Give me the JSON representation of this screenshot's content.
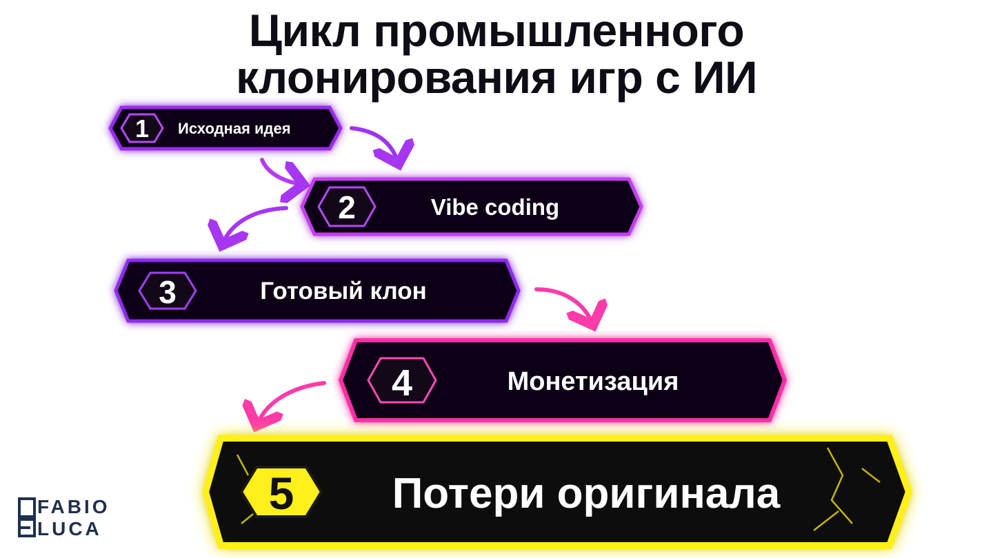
{
  "title": {
    "line1": "Цикл промышленного",
    "line2": "клонирования игр с ИИ"
  },
  "steps": [
    {
      "number": "1",
      "label": "Исходная идея",
      "color": "#9b2cf0"
    },
    {
      "number": "2",
      "label": "Vibe coding",
      "color": "#c43df0"
    },
    {
      "number": "3",
      "label": "Готовый клон",
      "color": "#8f2cf0"
    },
    {
      "number": "4",
      "label": "Монетизация",
      "color": "#ff2fa8"
    },
    {
      "number": "5",
      "label": "Потери оригинала",
      "color": "#ffef1a"
    }
  ],
  "logo": {
    "word1": "FABIO",
    "word2": "LUCA",
    "mark_top": "D",
    "mark_bottom": "E"
  }
}
